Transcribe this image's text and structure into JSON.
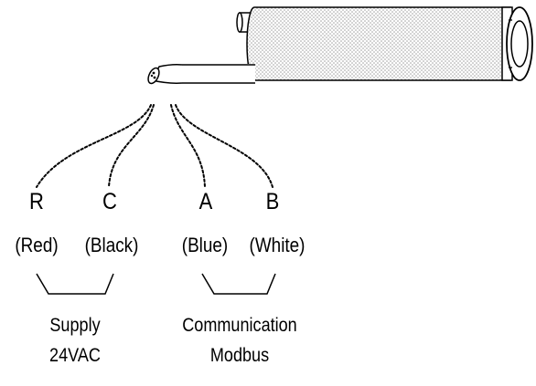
{
  "diagram": {
    "wires": [
      {
        "letter": "R",
        "color": "(Red)"
      },
      {
        "letter": "C",
        "color": "(Black)"
      },
      {
        "letter": "A",
        "color": "(Blue)"
      },
      {
        "letter": "B",
        "color": "(White)"
      }
    ],
    "groups": [
      {
        "line1": "Supply",
        "line2": "24VAC"
      },
      {
        "line1": "Communication",
        "line2": "Modbus"
      }
    ],
    "ink_color": "#000000",
    "sensor_body_shading": "#d9d9d9"
  }
}
